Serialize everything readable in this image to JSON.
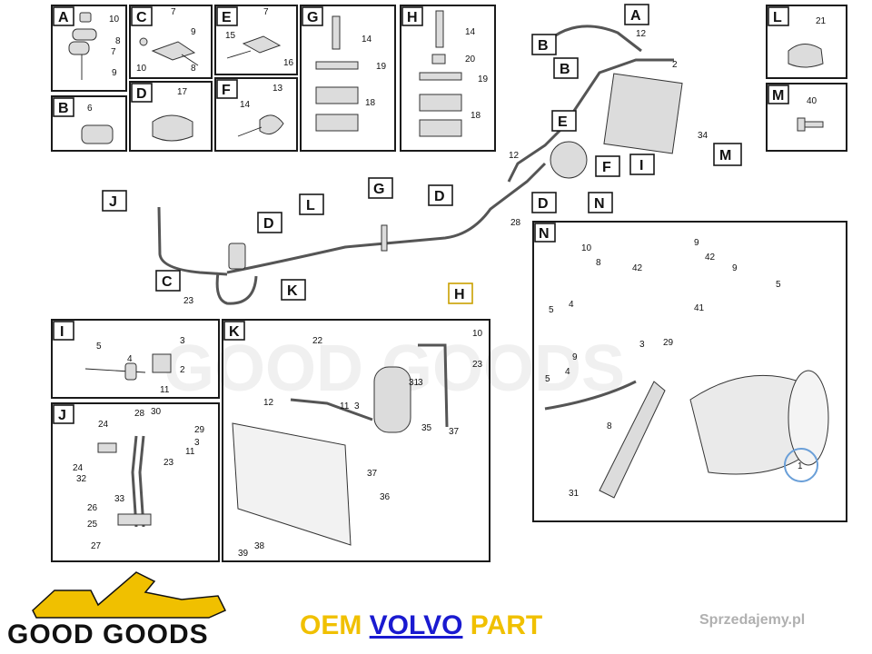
{
  "brand": {
    "logo_text": "GOOD GOODS",
    "oem_prefix": "OEM ",
    "oem_brand": "VOLVO",
    "oem_suffix": " PART",
    "site": "Sprzedajemy.pl"
  },
  "colors": {
    "accent_yellow": "#f0c000",
    "link_blue": "#1a1ad0",
    "ring_blue": "#6a9fd8"
  },
  "insets": {
    "A": {
      "letter": "A",
      "callouts": [
        "10",
        "8",
        "7",
        "9"
      ]
    },
    "B": {
      "letter": "B",
      "callouts": [
        "6"
      ]
    },
    "C": {
      "letter": "C",
      "callouts": [
        "7",
        "9",
        "10",
        "8"
      ]
    },
    "D": {
      "letter": "D",
      "callouts": [
        "17"
      ]
    },
    "E": {
      "letter": "E",
      "callouts": [
        "7",
        "15",
        "16"
      ]
    },
    "F": {
      "letter": "F",
      "callouts": [
        "13",
        "14"
      ]
    },
    "G": {
      "letter": "G",
      "callouts": [
        "14",
        "19",
        "18"
      ]
    },
    "H": {
      "letter": "H",
      "callouts": [
        "14",
        "20",
        "19",
        "18"
      ]
    },
    "L": {
      "letter": "L",
      "callouts": [
        "21"
      ]
    },
    "M": {
      "letter": "M",
      "callouts": [
        "40"
      ]
    },
    "I": {
      "letter": "I",
      "callouts": [
        "5",
        "4",
        "3",
        "2",
        "11"
      ]
    },
    "J": {
      "letter": "J",
      "callouts": [
        "24",
        "28",
        "30",
        "29",
        "3",
        "11",
        "24",
        "23",
        "32",
        "33",
        "26",
        "25",
        "27"
      ]
    },
    "K": {
      "letter": "K",
      "callouts": [
        "22",
        "10",
        "23",
        "31",
        "3",
        "12",
        "11",
        "3",
        "35",
        "37",
        "37",
        "36",
        "39",
        "38"
      ]
    },
    "N": {
      "letter": "N",
      "callouts": [
        "10",
        "8",
        "9",
        "42",
        "42",
        "9",
        "5",
        "4",
        "41",
        "5",
        "9",
        "3",
        "29",
        "5",
        "4",
        "8",
        "31",
        "1"
      ]
    }
  },
  "main_labels": [
    "A",
    "B",
    "B",
    "E",
    "F",
    "I",
    "M",
    "N",
    "J",
    "D",
    "L",
    "G",
    "D",
    "D",
    "C",
    "K",
    "H"
  ],
  "main_callouts": [
    "12",
    "2",
    "34",
    "12",
    "28",
    "23"
  ]
}
